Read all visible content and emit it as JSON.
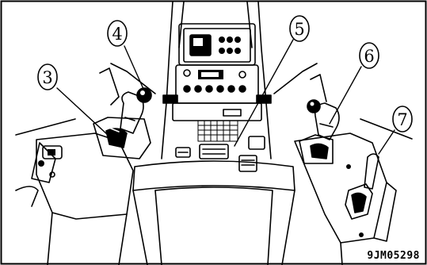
{
  "figure": {
    "figure_id": "9JM05298",
    "stroke_color": "#000000",
    "background_color": "#ffffff",
    "callouts": [
      {
        "label": "3",
        "target": "left-lever-base"
      },
      {
        "label": "4",
        "target": "left-joystick-knob"
      },
      {
        "label": "5",
        "target": "center-pedals"
      },
      {
        "label": "6",
        "target": "right-joystick-head"
      },
      {
        "label": "7",
        "target": "right-lever-knob"
      }
    ]
  }
}
